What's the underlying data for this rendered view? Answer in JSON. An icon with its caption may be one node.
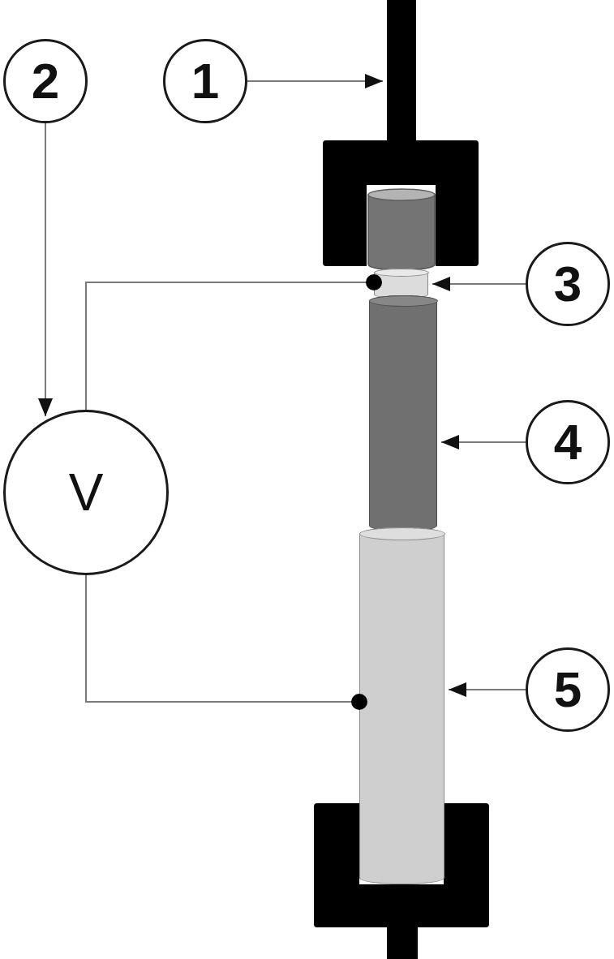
{
  "diagram": {
    "nodes": [
      {
        "text": [
          "1"
        ]
      },
      {
        "text": [
          "2"
        ]
      },
      {
        "text": [
          "3"
        ]
      },
      {
        "text": [
          "4"
        ]
      },
      {
        "text": [
          "5"
        ]
      },
      {
        "text": [
          "V"
        ]
      },
      {
        "text": [],
        "shape": "bar"
      },
      {
        "text": [],
        "shape": "clamp"
      },
      {
        "text": [],
        "shape": "cylinder"
      },
      {
        "text": [],
        "shape": "cylinder"
      },
      {
        "text": [],
        "shape": "cylinder"
      },
      {
        "text": [],
        "shape": "clamp"
      }
    ],
    "edges": [
      {
        "from": 0,
        "to": 6,
        "arrow": "to"
      },
      {
        "from": 1,
        "to": 5,
        "arrow": "to"
      },
      {
        "from": 2,
        "to": 8,
        "arrow": "to"
      },
      {
        "from": 3,
        "to": 9,
        "arrow": "to"
      },
      {
        "from": 4,
        "to": 10,
        "arrow": "to"
      },
      {
        "from": 5,
        "to": 8,
        "arrow": "other"
      },
      {
        "from": 5,
        "to": 10,
        "arrow": "other"
      }
    ]
  }
}
